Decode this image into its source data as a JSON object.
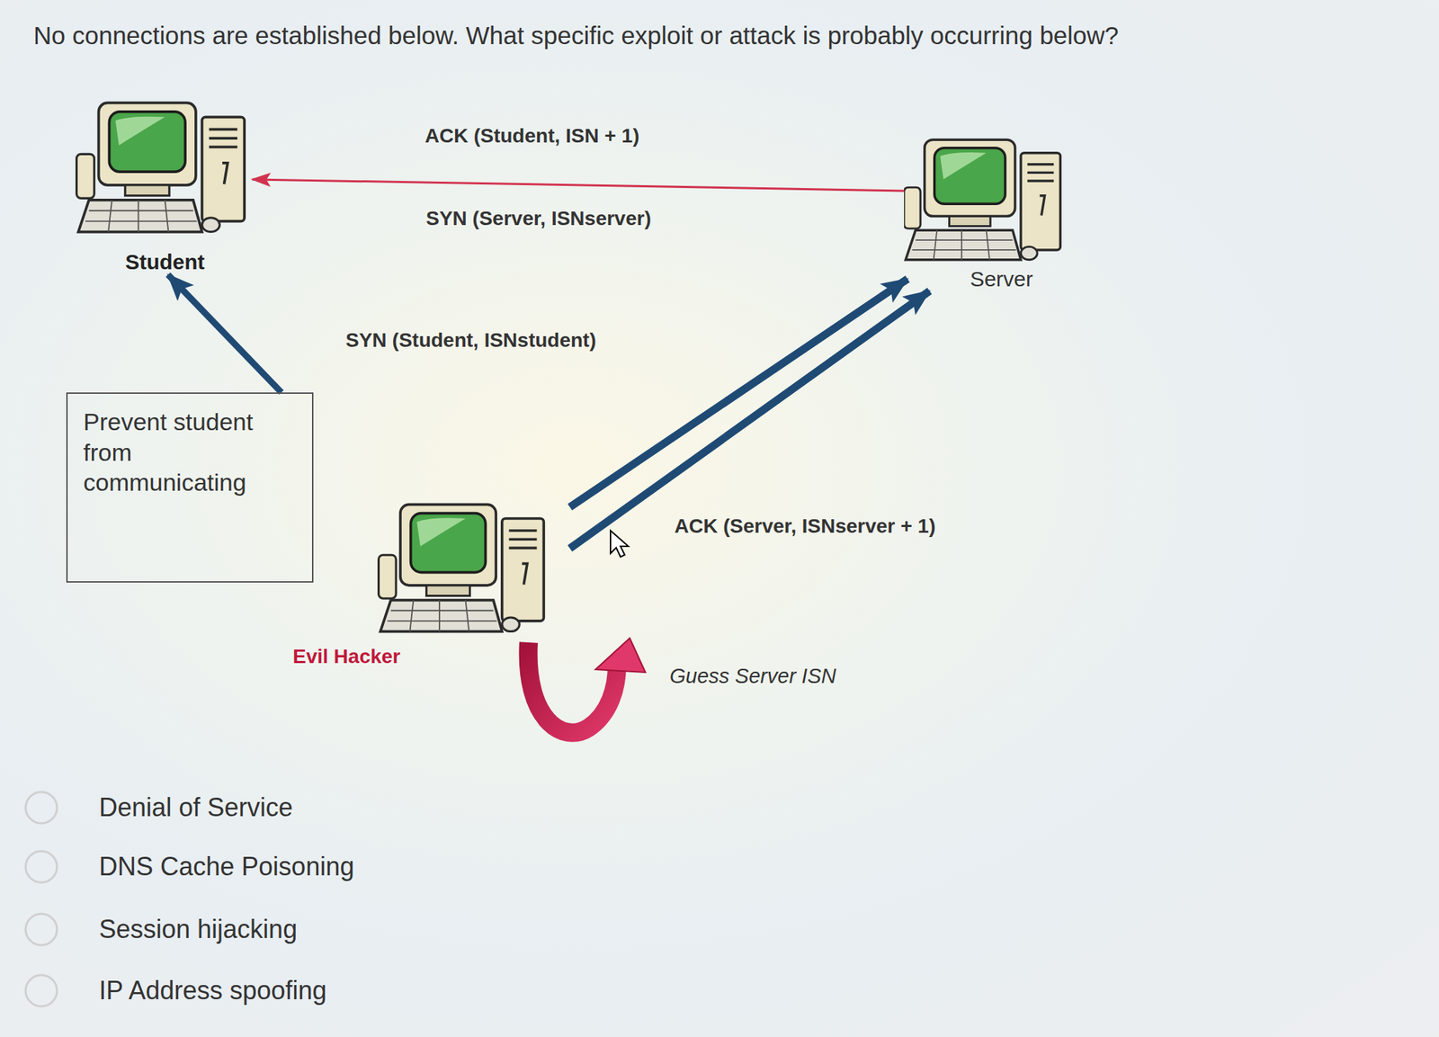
{
  "diagram": {
    "title": "No connections are established below. What specific exploit or attack is probably occurring below?",
    "nodes": [
      {
        "text": [
          "Student"
        ]
      },
      {
        "text": [
          "Server"
        ]
      },
      {
        "text": [
          "Evil Hacker"
        ]
      },
      {
        "text": [
          "Prevent student from communicating"
        ]
      }
    ],
    "edges": [
      {
        "from": 1,
        "to": 0,
        "arrow": "to",
        "label": "ACK (Student, ISN + 1)"
      },
      {
        "from": 3,
        "to": 0,
        "arrow": "to"
      },
      {
        "from": 2,
        "to": 1,
        "arrow": "to",
        "label": "SYN (Student, ISNstudent)"
      },
      {
        "from": 2,
        "to": 1,
        "arrow": "to",
        "label": "ACK (Server, ISNserver + 1)"
      }
    ],
    "labels": [
      "SYN (Server, ISNserver)",
      "Guess Server ISN",
      "Denial of Service",
      "DNS Cache Poisoning",
      "Session hijacking",
      "IP Address spoofing"
    ]
  }
}
